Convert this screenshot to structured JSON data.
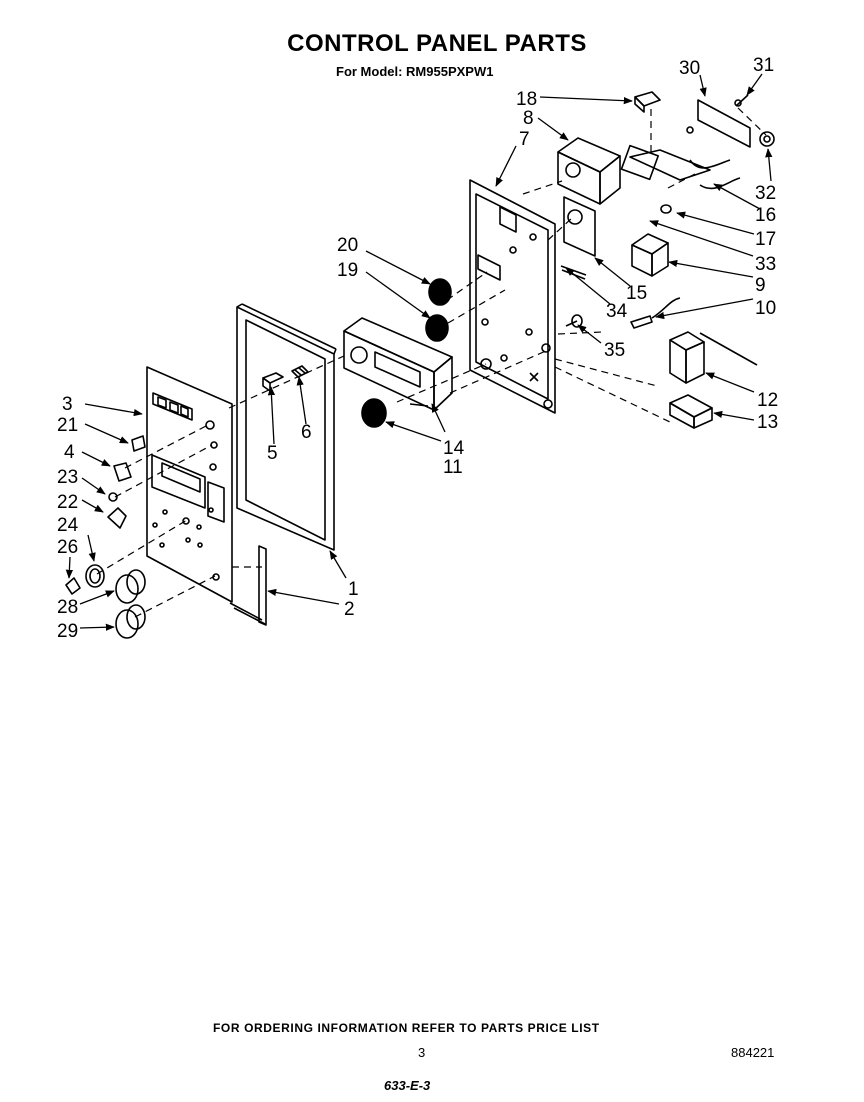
{
  "title": "CONTROL PANEL PARTS",
  "subtitle": "For Model: RM955PXPW1",
  "footer_note": "FOR ORDERING INFORMATION REFER TO PARTS PRICE LIST",
  "page_number": "3",
  "doc_number": "884221",
  "handwritten_code": "633-E-3",
  "callouts": {
    "c1": "1",
    "c2": "2",
    "c3": "3",
    "c4": "4",
    "c5": "5",
    "c6": "6",
    "c7": "7",
    "c8": "8",
    "c9": "9",
    "c10": "10",
    "c11": "11",
    "c12": "12",
    "c13": "13",
    "c14": "14",
    "c15": "15",
    "c16": "16",
    "c17": "17",
    "c18": "18",
    "c19": "19",
    "c20": "20",
    "c21": "21",
    "c22": "22",
    "c23": "23",
    "c24": "24",
    "c26": "26",
    "c28": "28",
    "c29": "29",
    "c30": "30",
    "c31": "31",
    "c32": "32",
    "c33": "33",
    "c34": "34",
    "c35": "35"
  }
}
